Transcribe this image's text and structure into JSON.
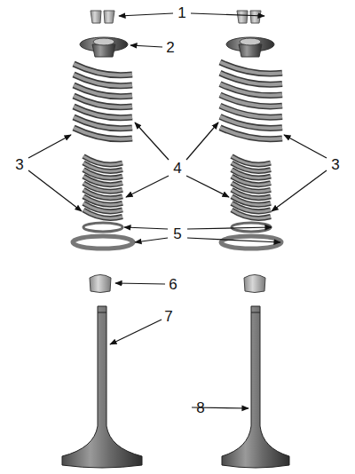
{
  "diagram": {
    "labels": [
      "1",
      "2",
      "3",
      "4",
      "3",
      "5",
      "6",
      "7",
      "8"
    ]
  }
}
